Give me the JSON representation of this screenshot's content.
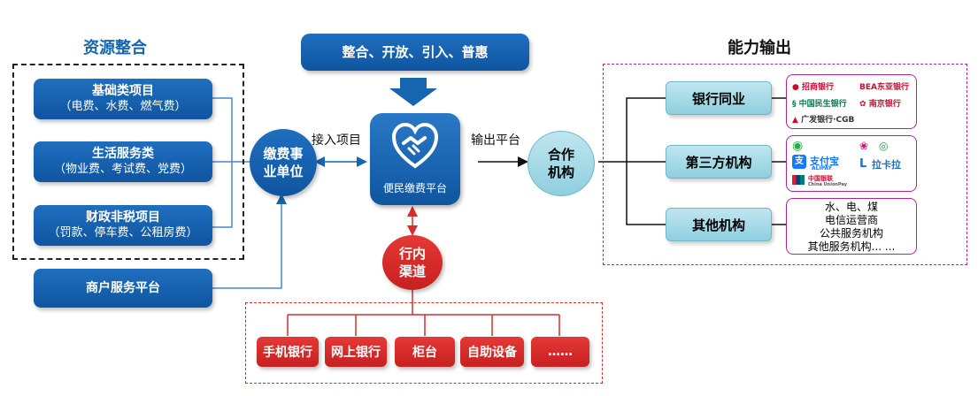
{
  "left": {
    "title": "资源整合",
    "items": [
      {
        "line1": "基础类项目",
        "line2": "（电费、水费、燃气费）"
      },
      {
        "line1": "生活服务类",
        "line2": "（物业费、考试费、党费）"
      },
      {
        "line1": "财政非税项目",
        "line2": "（罚款、停车费、公租房费）"
      }
    ],
    "merchant": "商户服务平台"
  },
  "center": {
    "banner": "整合、开放、引入、普惠",
    "platform": "便民缴费平台",
    "payer_line1": "缴费事",
    "payer_line2": "业单位",
    "access_label": "接入项目",
    "output_label": "输出平台",
    "partner_line1": "合作",
    "partner_line2": "机构",
    "channel_line1": "行内",
    "channel_line2": "渠道",
    "channels": [
      "手机银行",
      "网上银行",
      "柜台",
      "自助设备",
      "……"
    ]
  },
  "right": {
    "title": "能力输出",
    "categories": [
      "银行同业",
      "第三方机构",
      "其他机构"
    ],
    "bank_logos": [
      "招商银行",
      "BEA东亚银行",
      "中国民生银行",
      "南京银行",
      "广发银行·CGB"
    ],
    "third_logos": [
      "支付宝",
      "ALIPAY",
      "拉卡拉",
      "中国银联",
      "China UnionPay"
    ],
    "other_lines": [
      "水、电、煤",
      "电信运营商",
      "公共服务机构",
      "其他服务机构... ..."
    ]
  },
  "colors": {
    "blue": "#1565b0",
    "red": "#d62d2d",
    "magenta": "#b0249a",
    "teal": "#8fcfdf"
  }
}
